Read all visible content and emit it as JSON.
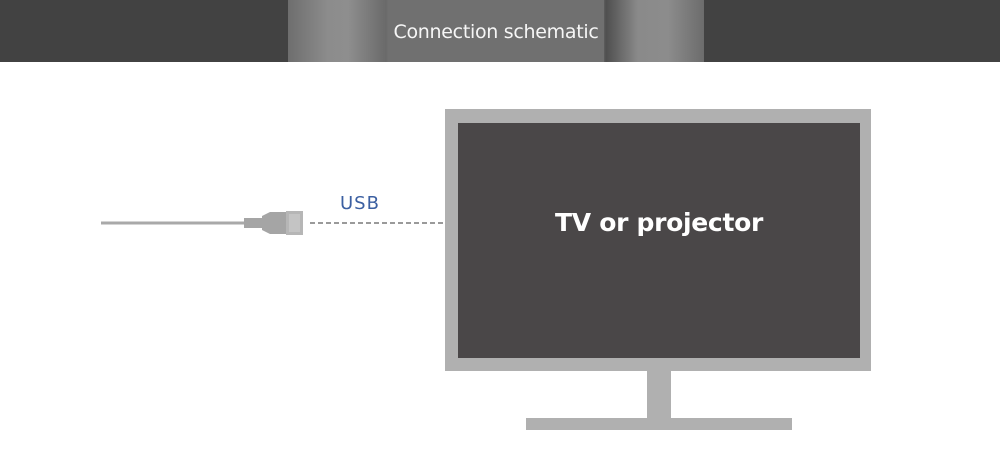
{
  "header": {
    "title": "Connection schematic"
  },
  "diagram": {
    "cable_label": "USB",
    "device_label": "TV or projector",
    "icons": {
      "cable": "usb-cable-icon",
      "plug": "usb-plug-icon",
      "device": "monitor-icon"
    },
    "colors": {
      "header_dark": "#424242",
      "header_title_bg": "#707070",
      "usb_label": "#3b5fa1",
      "screen": "#4a4748",
      "bezel": "#b0b0b0",
      "dashed_line": "#9a9a9a"
    }
  }
}
